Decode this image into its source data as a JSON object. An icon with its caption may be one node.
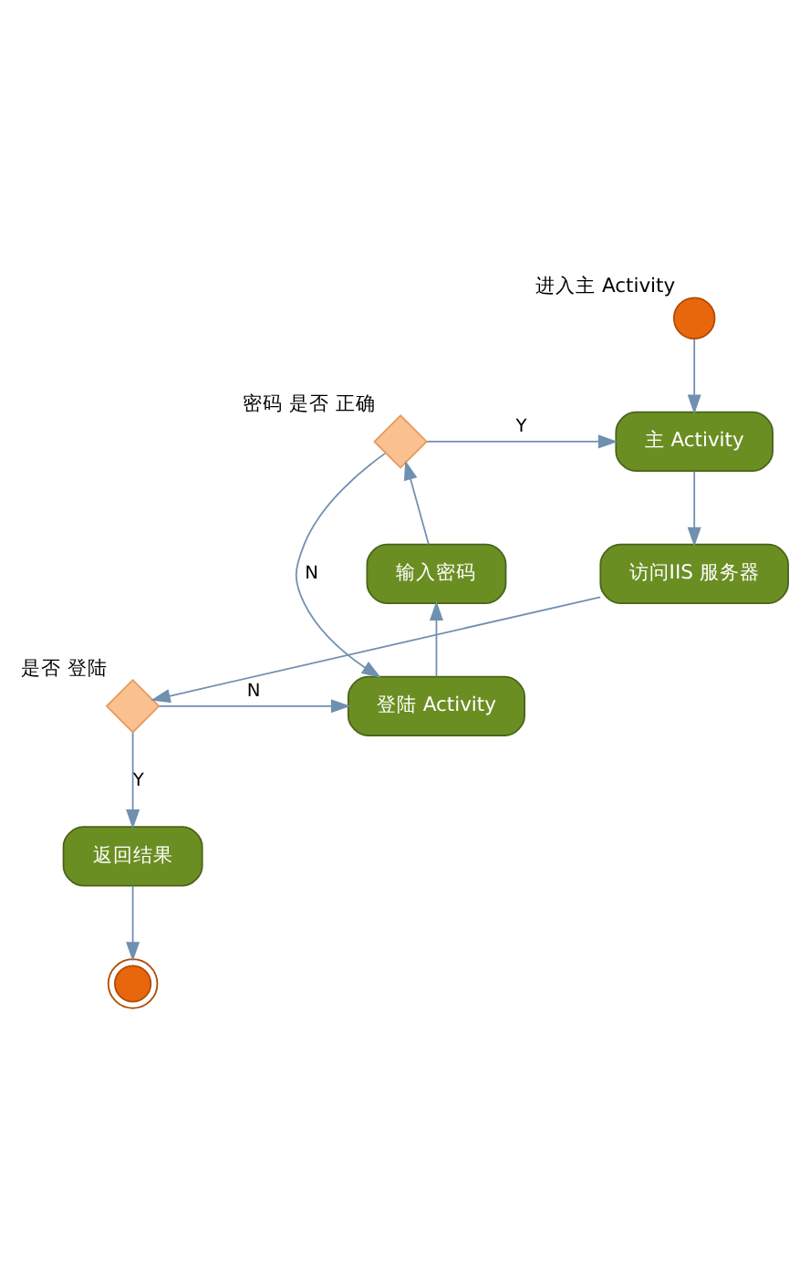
{
  "diagram": {
    "nodes": [
      {
        "text": [],
        "shape": "circle",
        "beside": [
          "进入主 Activity"
        ]
      },
      {
        "text": [
          "主 Activity"
        ]
      },
      {
        "text": [
          "访问IIS 服务器"
        ]
      },
      {
        "text": [],
        "shape": "diamond",
        "beside": [
          "是否 登陆"
        ]
      },
      {
        "text": [
          "登陆 Activity"
        ]
      },
      {
        "text": [
          "输入密码"
        ]
      },
      {
        "text": [],
        "shape": "diamond",
        "beside": [
          "密码 是否 正确"
        ]
      },
      {
        "text": [
          "返回结果"
        ]
      },
      {
        "text": [],
        "shape": "circle"
      }
    ],
    "edges": [
      {
        "from": 0,
        "to": 1,
        "arrow": "to"
      },
      {
        "from": 1,
        "to": 2,
        "arrow": "to"
      },
      {
        "from": 2,
        "to": 3,
        "arrow": "to"
      },
      {
        "from": 3,
        "to": 4,
        "arrow": "to",
        "label": "N"
      },
      {
        "from": 3,
        "to": 7,
        "arrow": "to",
        "label": "Y"
      },
      {
        "from": 4,
        "to": 5,
        "arrow": "to"
      },
      {
        "from": 5,
        "to": 6,
        "arrow": "to"
      },
      {
        "from": 6,
        "to": 1,
        "arrow": "to",
        "label": "Y"
      },
      {
        "from": 6,
        "to": 4,
        "arrow": "to",
        "label": "N"
      },
      {
        "from": 7,
        "to": 8,
        "arrow": "to"
      }
    ]
  }
}
